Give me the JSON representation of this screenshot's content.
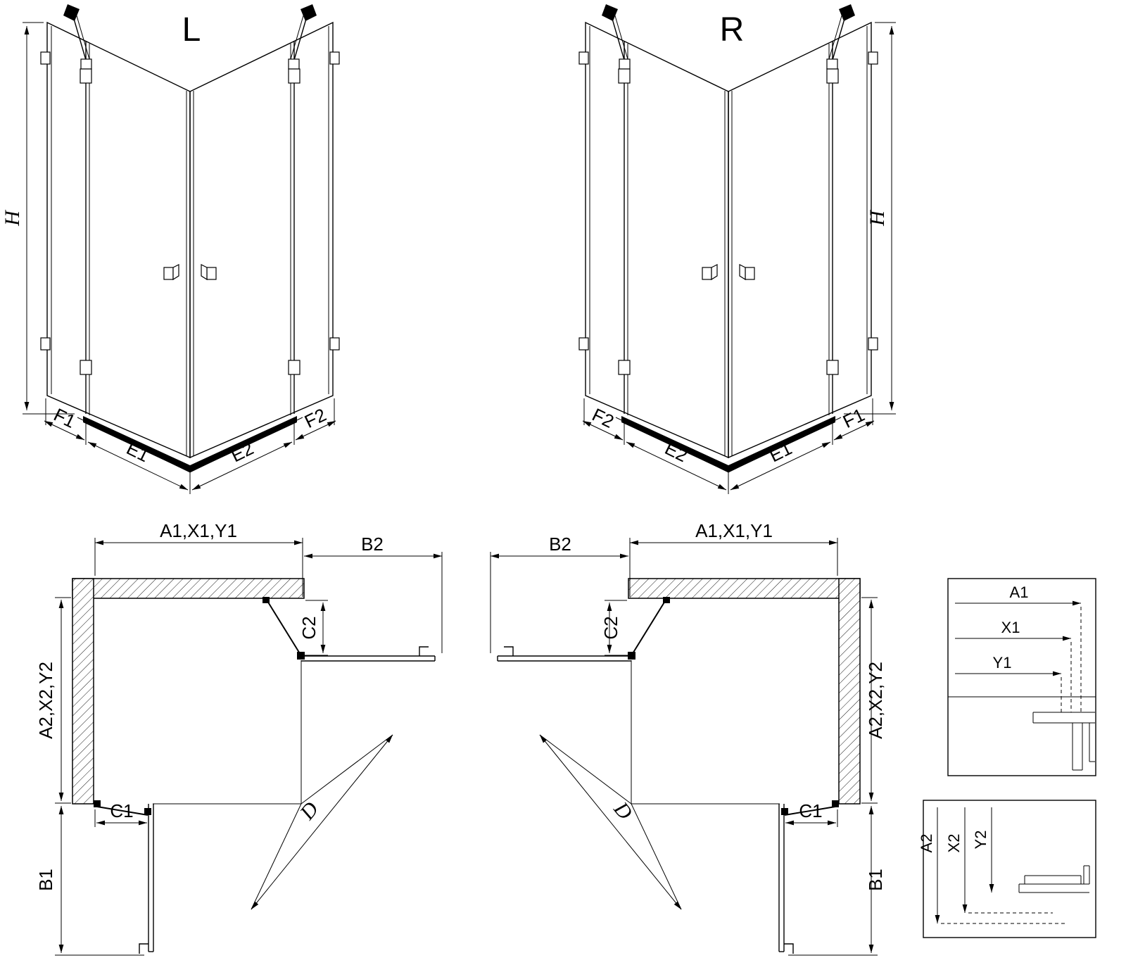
{
  "canvas": {
    "background": "#ffffff",
    "line_color": "#000000"
  },
  "views": {
    "left_3d": {
      "label": "L",
      "dims": {
        "h": "H",
        "f1": "F1",
        "e1": "E1",
        "e2": "E2",
        "f2": "F2"
      }
    },
    "right_3d": {
      "label": "R",
      "dims": {
        "h": "H",
        "f1": "F1",
        "e1": "E1",
        "e2": "E2",
        "f2": "F2"
      }
    },
    "left_plan": {
      "dims": {
        "top_width": "A1,X1,Y1",
        "b2": "B2",
        "c2": "C2",
        "side_depth": "A2,X2,Y2",
        "c1": "C1",
        "b1": "B1",
        "d": "D"
      }
    },
    "right_plan": {
      "dims": {
        "top_width": "A1,X1,Y1",
        "b2": "B2",
        "c2": "C2",
        "side_depth": "A2,X2,Y2",
        "c1": "C1",
        "b1": "B1",
        "d": "D"
      }
    },
    "detail_width": {
      "dims": {
        "a1": "A1",
        "x1": "X1",
        "y1": "Y1"
      }
    },
    "detail_depth": {
      "dims": {
        "a2": "A2",
        "x2": "X2",
        "y2": "Y2"
      }
    }
  }
}
